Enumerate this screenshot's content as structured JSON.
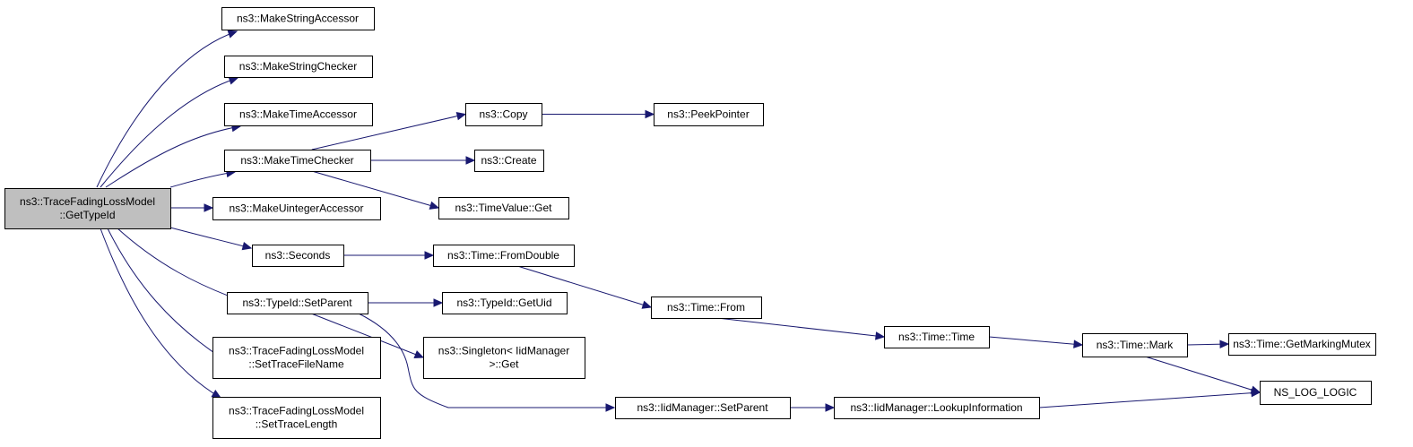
{
  "diagram": {
    "type": "call-graph",
    "colors": {
      "edge": "#191970",
      "node_border": "#000000",
      "root_fill": "#bfbfbf",
      "node_fill": "#ffffff"
    },
    "nodes": [
      {
        "id": "root",
        "lines": [
          "ns3::TraceFadingLossModel",
          "::GetTypeId"
        ],
        "root": true
      },
      {
        "id": "makeStringAccessor",
        "lines": [
          "ns3::MakeStringAccessor"
        ]
      },
      {
        "id": "makeStringChecker",
        "lines": [
          "ns3::MakeStringChecker"
        ]
      },
      {
        "id": "makeTimeAccessor",
        "lines": [
          "ns3::MakeTimeAccessor"
        ]
      },
      {
        "id": "makeTimeChecker",
        "lines": [
          "ns3::MakeTimeChecker"
        ]
      },
      {
        "id": "makeUintegerAccessor",
        "lines": [
          "ns3::MakeUintegerAccessor"
        ]
      },
      {
        "id": "seconds",
        "lines": [
          "ns3::Seconds"
        ]
      },
      {
        "id": "typeIdSetParent",
        "lines": [
          "ns3::TypeId::SetParent"
        ]
      },
      {
        "id": "setTraceFileName",
        "lines": [
          "ns3::TraceFadingLossModel",
          "::SetTraceFileName"
        ]
      },
      {
        "id": "setTraceLength",
        "lines": [
          "ns3::TraceFadingLossModel",
          "::SetTraceLength"
        ]
      },
      {
        "id": "copy",
        "lines": [
          "ns3::Copy"
        ]
      },
      {
        "id": "create",
        "lines": [
          "ns3::Create"
        ]
      },
      {
        "id": "timeValueGet",
        "lines": [
          "ns3::TimeValue::Get"
        ]
      },
      {
        "id": "peekPointer",
        "lines": [
          "ns3::PeekPointer"
        ]
      },
      {
        "id": "timeFromDouble",
        "lines": [
          "ns3::Time::FromDouble"
        ]
      },
      {
        "id": "typeIdGetUid",
        "lines": [
          "ns3::TypeId::GetUid"
        ]
      },
      {
        "id": "singletonGet",
        "lines": [
          "ns3::Singleton< IidManager",
          " >::Get"
        ]
      },
      {
        "id": "iidSetParent",
        "lines": [
          "ns3::IidManager::SetParent"
        ]
      },
      {
        "id": "timeFrom",
        "lines": [
          "ns3::Time::From"
        ]
      },
      {
        "id": "timeTime",
        "lines": [
          "ns3::Time::Time"
        ]
      },
      {
        "id": "timeMark",
        "lines": [
          "ns3::Time::Mark"
        ]
      },
      {
        "id": "getMarkingMutex",
        "lines": [
          "ns3::Time::GetMarkingMutex"
        ]
      },
      {
        "id": "nsLogLogic",
        "lines": [
          "NS_LOG_LOGIC"
        ]
      },
      {
        "id": "lookupInformation",
        "lines": [
          "ns3::IidManager::LookupInformation"
        ]
      }
    ],
    "edges": [
      [
        "root",
        "makeStringAccessor"
      ],
      [
        "root",
        "makeStringChecker"
      ],
      [
        "root",
        "makeTimeAccessor"
      ],
      [
        "root",
        "makeTimeChecker"
      ],
      [
        "root",
        "makeUintegerAccessor"
      ],
      [
        "root",
        "seconds"
      ],
      [
        "root",
        "typeIdSetParent"
      ],
      [
        "root",
        "setTraceFileName"
      ],
      [
        "root",
        "setTraceLength"
      ],
      [
        "makeTimeChecker",
        "copy"
      ],
      [
        "makeTimeChecker",
        "create"
      ],
      [
        "makeTimeChecker",
        "timeValueGet"
      ],
      [
        "copy",
        "peekPointer"
      ],
      [
        "seconds",
        "timeFromDouble"
      ],
      [
        "timeFromDouble",
        "timeFrom"
      ],
      [
        "timeFrom",
        "timeTime"
      ],
      [
        "timeTime",
        "timeMark"
      ],
      [
        "timeMark",
        "getMarkingMutex"
      ],
      [
        "timeMark",
        "nsLogLogic"
      ],
      [
        "typeIdSetParent",
        "typeIdGetUid"
      ],
      [
        "typeIdSetParent",
        "singletonGet"
      ],
      [
        "typeIdSetParent",
        "iidSetParent"
      ],
      [
        "iidSetParent",
        "lookupInformation"
      ],
      [
        "lookupInformation",
        "nsLogLogic"
      ]
    ]
  }
}
